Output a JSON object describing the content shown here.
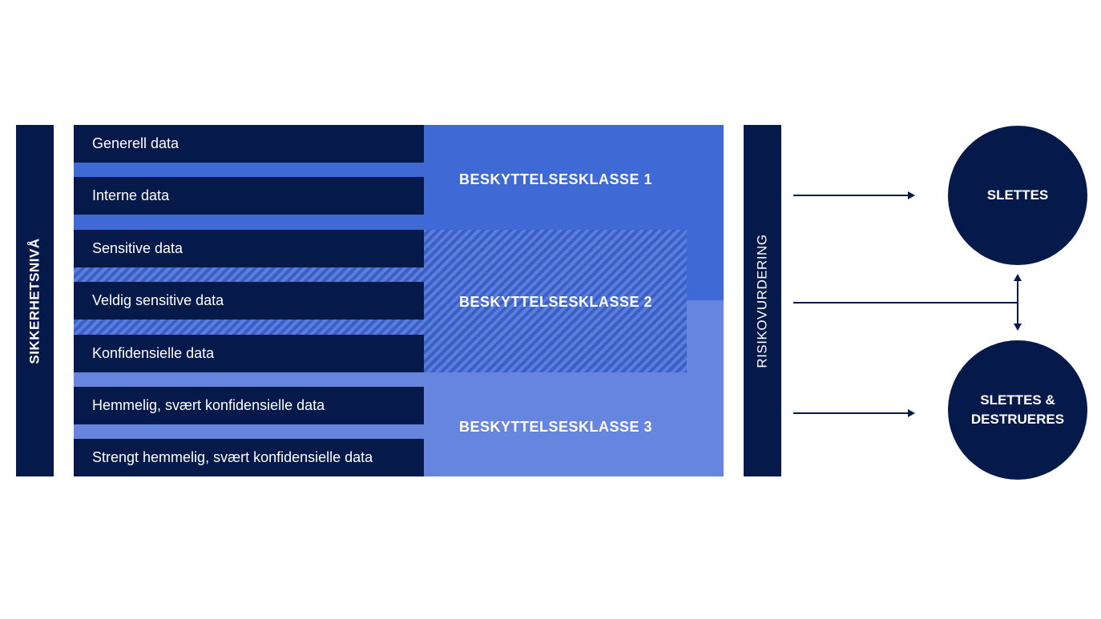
{
  "left_axis": "SIKKERHETSNIVÅ",
  "right_axis": "RISIKOVURDERING",
  "rows": [
    "Generell data",
    "Interne data",
    "Sensitive data",
    "Veldig sensitive data",
    "Konfidensielle data",
    "Hemmelig, svært konfidensielle data",
    "Strengt hemmelig, svært konfidensielle data"
  ],
  "classes": [
    "BESKYTTELSESKLASSE 1",
    "BESKYTTELSESKLASSE 2",
    "BESKYTTELSESKLASSE 3"
  ],
  "outcomes": {
    "top": "SLETTES",
    "bottom_line1": "SLETTES &",
    "bottom_line2": "DESTRUERES"
  },
  "colors": {
    "navy": "#051a4a",
    "class1": "#3f69d5",
    "class3": "#6585de"
  }
}
